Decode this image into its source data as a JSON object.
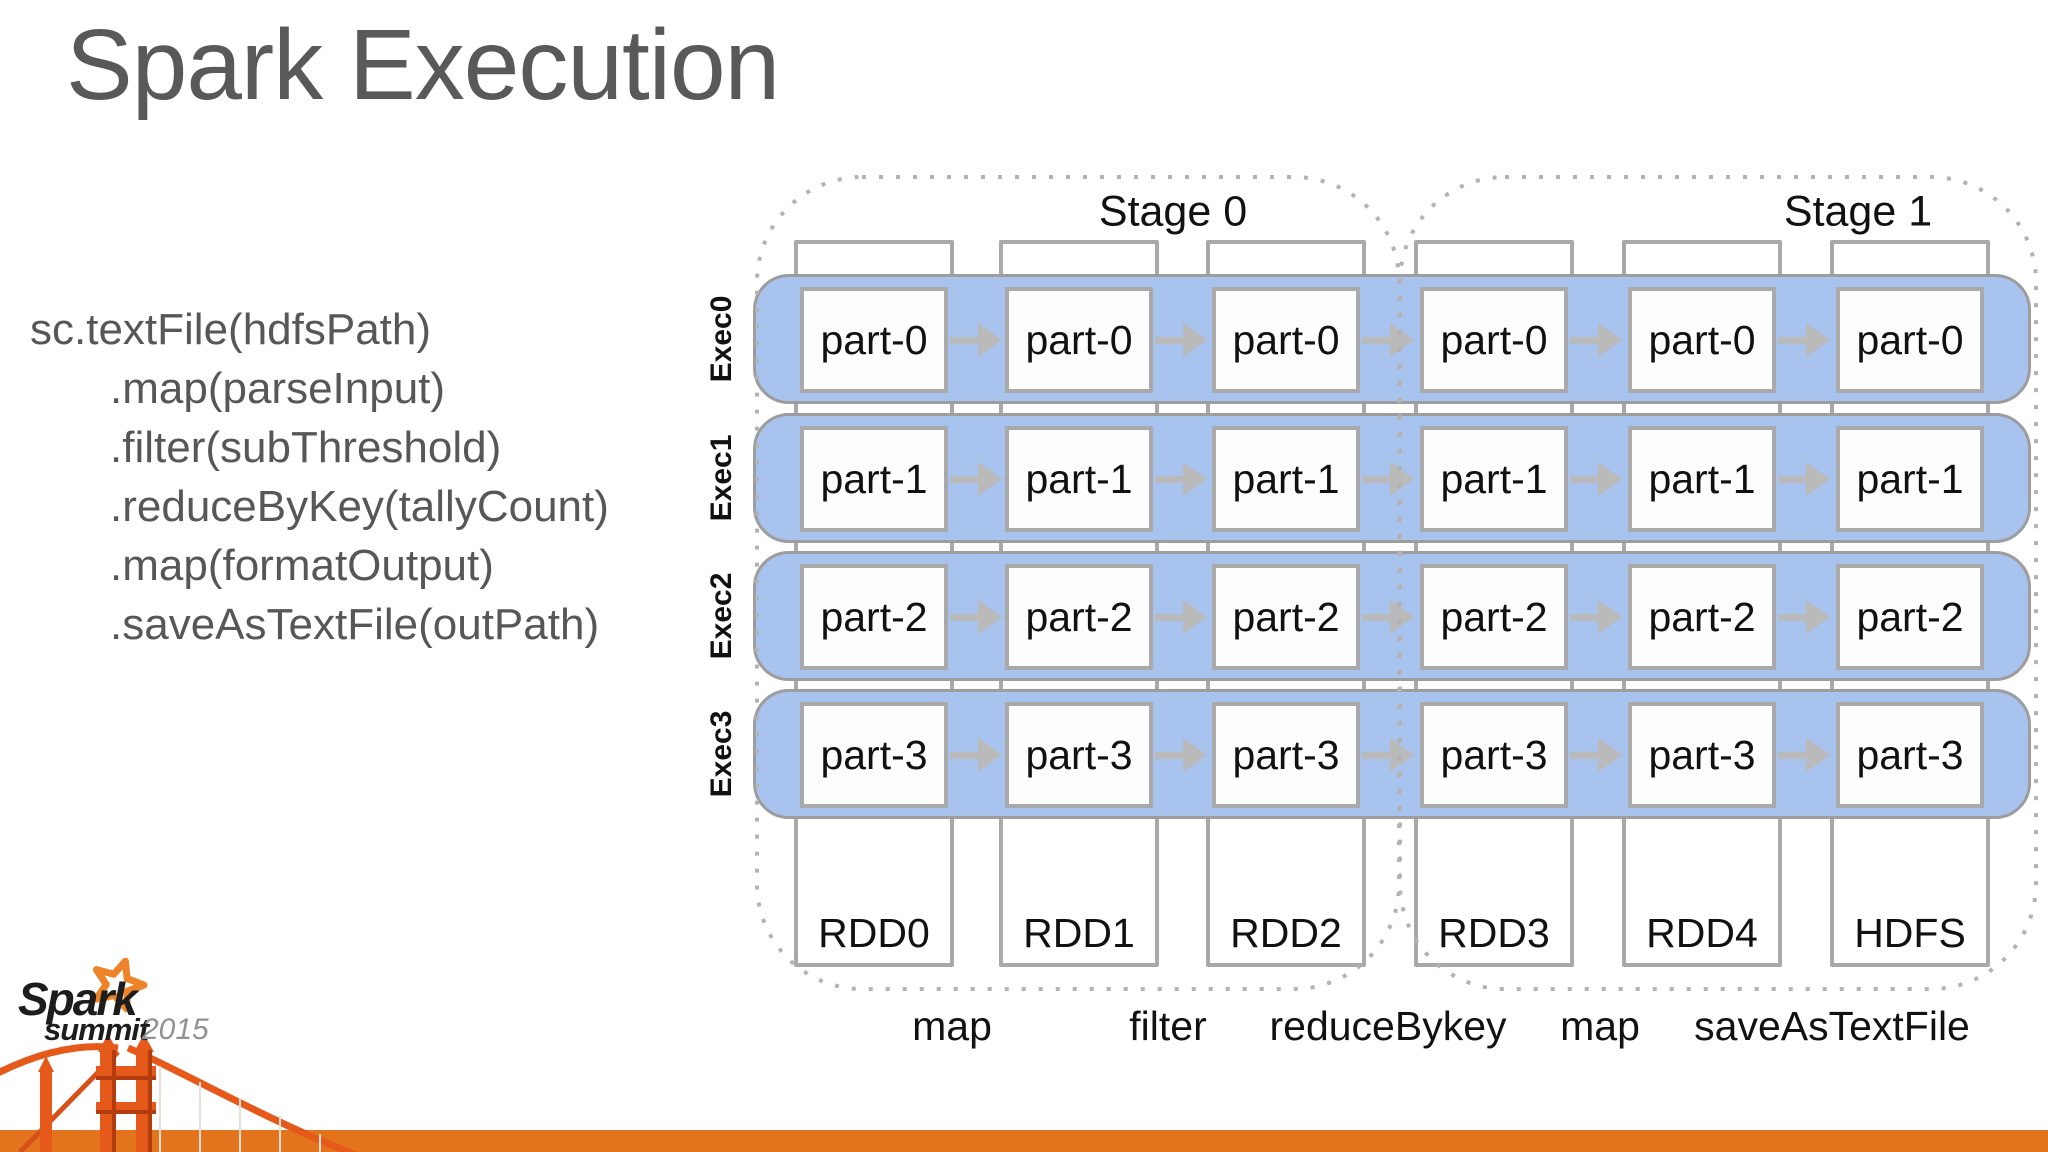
{
  "slide": {
    "title": "Spark Execution",
    "code": [
      "sc.textFile(hdfsPath)",
      ".map(parseInput)",
      ".filter(subThreshold)",
      ".reduceByKey(tallyCount)",
      ".map(formatOutput)",
      ".saveAsTextFile(outPath)"
    ]
  },
  "diagram": {
    "stage_labels": [
      "Stage 0",
      "Stage 1"
    ],
    "executors": [
      "Exec0",
      "Exec1",
      "Exec2",
      "Exec3"
    ],
    "partitions": [
      "part-0",
      "part-1",
      "part-2",
      "part-3"
    ],
    "rdd_labels": [
      "RDD0",
      "RDD1",
      "RDD2",
      "RDD3",
      "RDD4",
      "HDFS"
    ],
    "op_labels": [
      "map",
      "filter",
      "reduceBykey",
      "map",
      "saveAsTextFile"
    ]
  },
  "footer": {
    "logo_spark": "Spark",
    "logo_summit": "summit",
    "logo_year": "2015"
  },
  "colors": {
    "title_gray": "#595959",
    "code_gray": "#575757",
    "text_dark": "#111111",
    "row_fill": "#a9c3ef",
    "row_border": "#9d9d9d",
    "border_gray": "#a9a9a9",
    "arrow_gray": "#bababa",
    "dotted_gray": "#b3b3b3",
    "accent_orange": "#e3731d",
    "bridge_orange": "#e55a1b",
    "bridge_dark": "#b33d0e",
    "star_orange": "#ee8329"
  }
}
